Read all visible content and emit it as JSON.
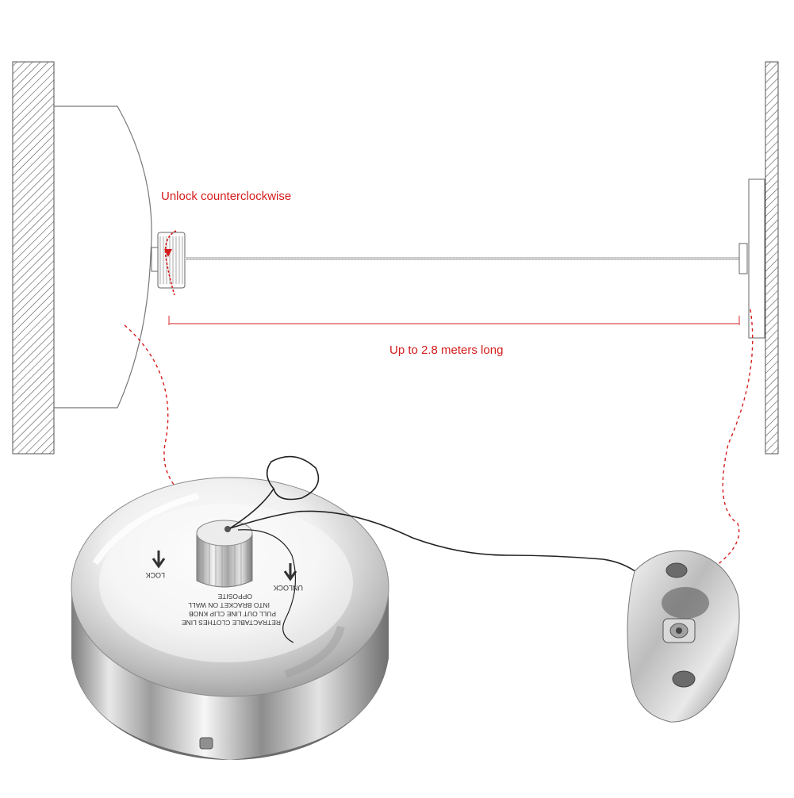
{
  "annotations": {
    "unlock_direction": "Unlock counterclockwise",
    "max_length": "Up to 2.8 meters long"
  },
  "reel_face_text": {
    "lock": "LOCK",
    "unlock": "UNLOCK",
    "instructions": [
      "RETRACTABLE CLOTHES LINE",
      "PULL OUT LINE CLIP KNOB",
      "INTO BRACKET ON WALL",
      "OPPOSITE"
    ]
  },
  "colors": {
    "annotation": "#d41c1c",
    "wall_hatch": "#555555",
    "chrome_dark": "#6e6e6e",
    "chrome_light": "#f4f4f4"
  }
}
